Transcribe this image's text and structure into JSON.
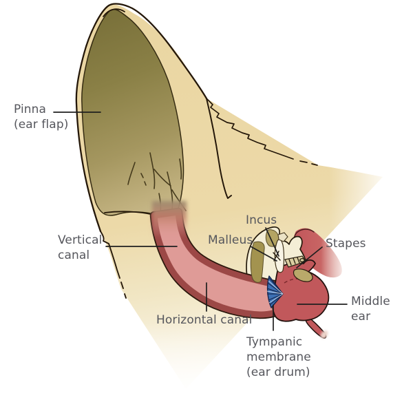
{
  "figure": {
    "labels": [
      {
        "id": "pinna",
        "text": "Pinna\n(ear flap)"
      },
      {
        "id": "vertical",
        "text": "Vertical\ncanal"
      },
      {
        "id": "incus",
        "text": "Incus"
      },
      {
        "id": "malleus",
        "text": "Malleus"
      },
      {
        "id": "stapes",
        "text": "Stapes"
      },
      {
        "id": "horizontal",
        "text": "Horizontal canal"
      },
      {
        "id": "middle",
        "text": "Middle\near"
      },
      {
        "id": "tympanic",
        "text": "Tympanic\nmembrane\n(ear drum)"
      }
    ],
    "colors": {
      "background": "#ffffff",
      "ear_tan": "#ecd9a8",
      "pinna_olive_dark": "#7b723b",
      "pinna_olive_light": "#c9ba8b",
      "canal_pink": "#df9b97",
      "canal_border_red": "#9c4846",
      "middle_ear_red": "#c1585b",
      "inner_ear_red": "#c2585c",
      "tympanic_blue": "#3c70b4",
      "ossicle_olive": "#a3934f",
      "bone_cream": "#f4eed6",
      "outline": "#241709",
      "label_text": "#55565c",
      "leader_line": "#1f1f1f"
    }
  }
}
